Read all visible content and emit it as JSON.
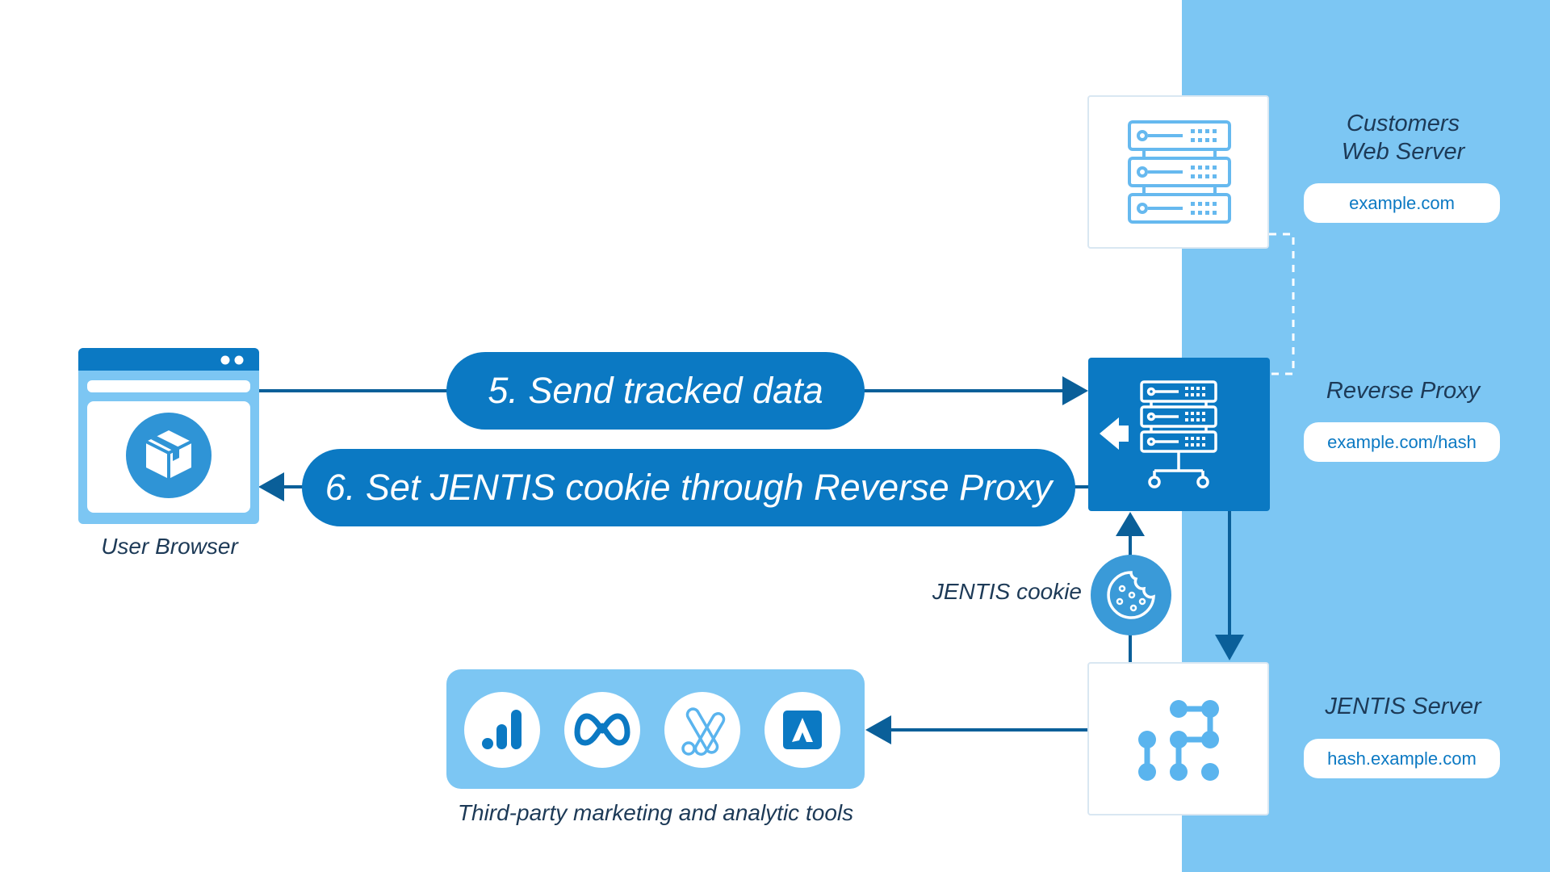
{
  "nodes": {
    "browser": {
      "label": "User Browser"
    },
    "web_server": {
      "label_line1": "Customers",
      "label_line2": "Web Server",
      "host": "example.com"
    },
    "reverse_proxy": {
      "label": "Reverse Proxy",
      "host": "example.com/hash"
    },
    "jentis_server": {
      "label": "JENTIS Server",
      "host": "hash.example.com"
    },
    "tools": {
      "label": "Third-party marketing and analytic tools"
    }
  },
  "flows": {
    "send": "5. Send tracked data",
    "set_cookie": "6. Set JENTIS cookie through Reverse Proxy",
    "cookie": "JENTIS cookie"
  },
  "colors": {
    "dark_blue": "#0b79c3",
    "light_blue": "#7cc6f3",
    "line_blue": "#0a5f99",
    "text": "#1d3a57"
  },
  "icons": [
    "browser-icon",
    "package-icon",
    "server-icon",
    "proxy-server-icon",
    "cookie-icon",
    "network-hub-icon",
    "google-analytics-icon",
    "meta-icon",
    "google-ads-icon",
    "adobe-icon"
  ]
}
